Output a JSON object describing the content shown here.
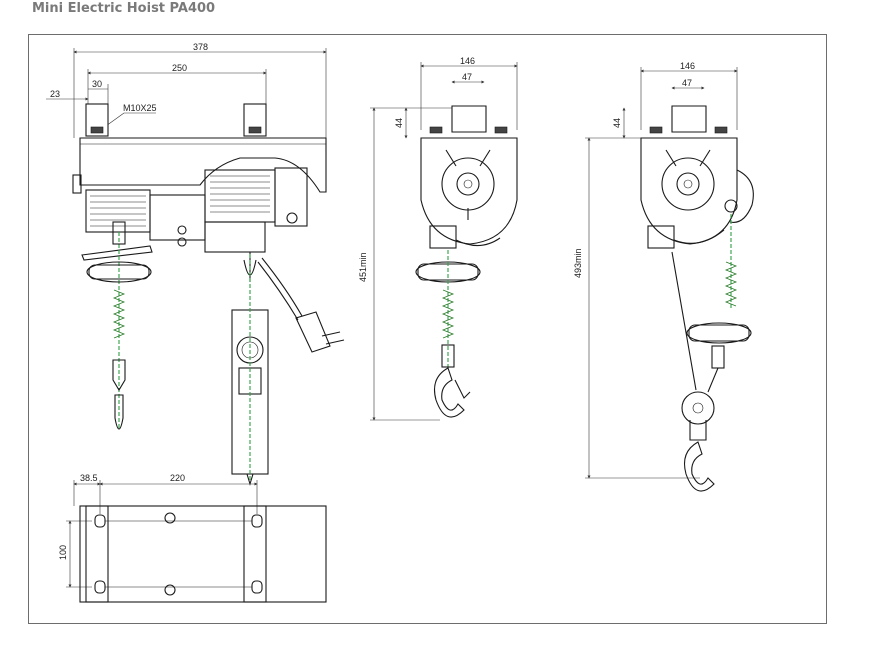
{
  "title": "Mini Electric Hoist PA400",
  "dimensions": {
    "front_overall_width": "378",
    "front_inner_width": "250",
    "front_bolt_spacing": "30",
    "front_end_offset": "23",
    "front_bolt_spec": "M10X25",
    "side_width_1": "146",
    "side_bracket_1": "47",
    "side_height_1": "44",
    "side_hook_min_1": "451min",
    "side_width_2": "146",
    "side_bracket_2": "47",
    "side_height_2": "44",
    "side_hook_min_2": "493min",
    "bottom_edge_offset": "38.5",
    "bottom_hole_spacing": "220",
    "bottom_depth": "100"
  }
}
